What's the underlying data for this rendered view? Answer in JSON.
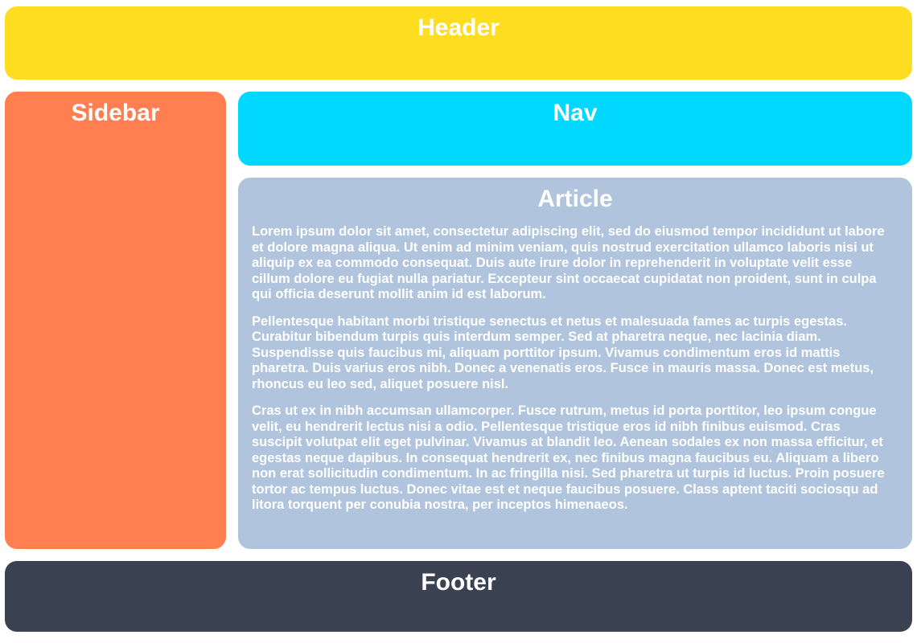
{
  "header": {
    "title": "Header"
  },
  "sidebar": {
    "title": "Sidebar"
  },
  "nav": {
    "title": "Nav"
  },
  "article": {
    "title": "Article",
    "paragraphs": [
      "Lorem ipsum dolor sit amet, consectetur adipiscing elit, sed do eiusmod tempor incididunt ut labore et dolore magna aliqua. Ut enim ad minim veniam, quis nostrud exercitation ullamco laboris nisi ut aliquip ex ea commodo consequat. Duis aute irure dolor in reprehenderit in voluptate velit esse cillum dolore eu fugiat nulla pariatur. Excepteur sint occaecat cupidatat non proident, sunt in culpa qui officia deserunt mollit anim id est laborum.",
      "Pellentesque habitant morbi tristique senectus et netus et malesuada fames ac turpis egestas. Curabitur bibendum turpis quis interdum semper. Sed at pharetra neque, nec lacinia diam. Suspendisse quis faucibus mi, aliquam porttitor ipsum. Vivamus condimentum eros id mattis pharetra. Duis varius eros nibh. Donec a venenatis eros. Fusce in mauris massa. Donec est metus, rhoncus eu leo sed, aliquet posuere nisl.",
      "Cras ut ex in nibh accumsan ullamcorper. Fusce rutrum, metus id porta porttitor, leo ipsum congue velit, eu hendrerit lectus nisi a odio. Pellentesque tristique eros id nibh finibus euismod. Cras suscipit volutpat elit eget pulvinar. Vivamus at blandit leo. Aenean sodales ex non massa efficitur, et egestas neque dapibus. In consequat hendrerit ex, nec finibus magna faucibus eu. Aliquam a libero non erat sollicitudin condimentum. In ac fringilla nisi. Sed pharetra ut turpis id luctus. Proin posuere tortor ac tempus luctus. Donec vitae est et neque faucibus posuere. Class aptent taciti sociosqu ad litora torquent per conubia nostra, per inceptos himenaeos."
    ]
  },
  "footer": {
    "title": "Footer"
  },
  "colors": {
    "header_bg": "#ffdd20",
    "sidebar_bg": "#ff7f50",
    "nav_bg": "#00d8ff",
    "article_bg": "#b0c4de",
    "footer_bg": "#3a4150",
    "text": "#ffffff"
  }
}
